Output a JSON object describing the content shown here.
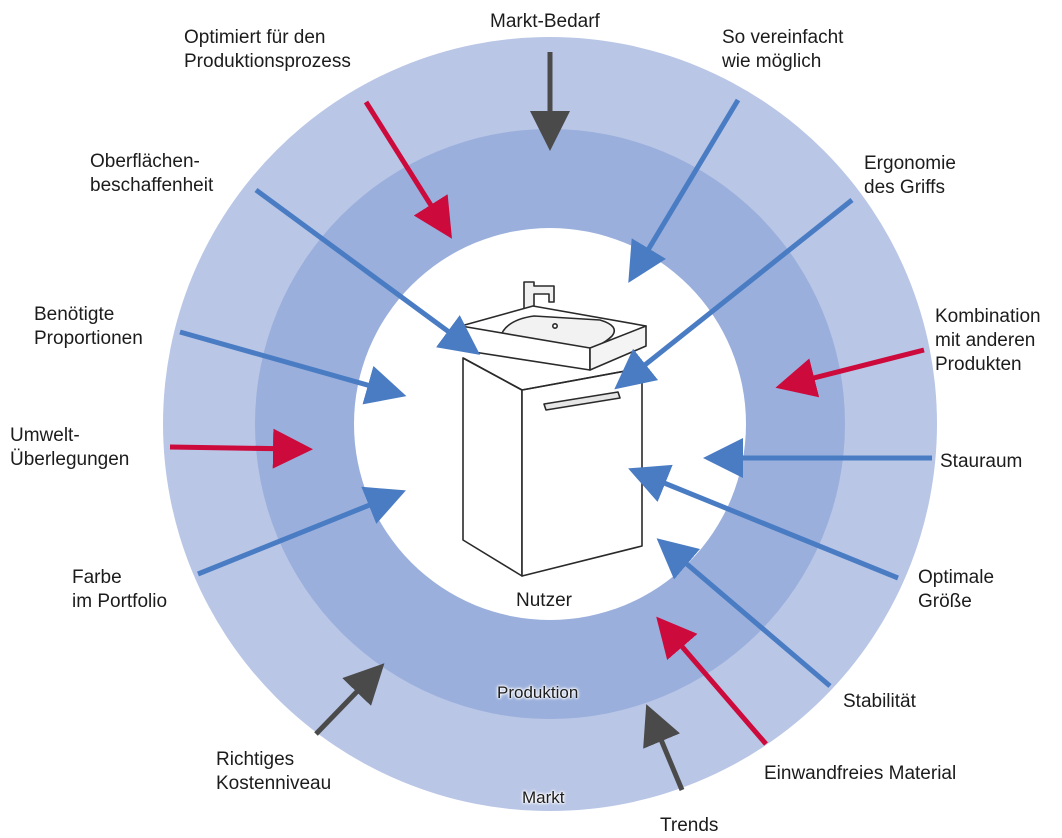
{
  "colors": {
    "outer_ring": "#b9c6e6",
    "inner_ring": "#9aafdc",
    "center": "#ffffff",
    "arrow_blue": "#4a7cc4",
    "arrow_red": "#cc0a3c",
    "arrow_gray": "#4a4a4a"
  },
  "rings": {
    "center": "Nutzer",
    "inner": "Produktion",
    "outer": "Markt"
  },
  "factors": [
    {
      "id": "markt-bedarf",
      "lines": [
        "Markt-Bedarf"
      ],
      "color": "gray",
      "icon": "arrow-icon"
    },
    {
      "id": "optimiert",
      "lines": [
        "Optimiert für den",
        "Produktionsprozess"
      ],
      "color": "red",
      "icon": "arrow-icon"
    },
    {
      "id": "vereinfacht",
      "lines": [
        "So vereinfacht",
        "wie möglich"
      ],
      "color": "blue",
      "icon": "arrow-icon"
    },
    {
      "id": "oberflaechen",
      "lines": [
        "Oberflächen-",
        "beschaffenheit"
      ],
      "color": "blue",
      "icon": "arrow-icon"
    },
    {
      "id": "ergonomie",
      "lines": [
        "Ergonomie",
        "des Griffs"
      ],
      "color": "blue",
      "icon": "arrow-icon"
    },
    {
      "id": "proportionen",
      "lines": [
        "Benötigte",
        "Proportionen"
      ],
      "color": "blue",
      "icon": "arrow-icon"
    },
    {
      "id": "kombination",
      "lines": [
        "Kombination",
        "mit anderen",
        "Produkten"
      ],
      "color": "red",
      "icon": "arrow-icon"
    },
    {
      "id": "umwelt",
      "lines": [
        "Umwelt-",
        "Überlegungen"
      ],
      "color": "red",
      "icon": "arrow-icon"
    },
    {
      "id": "stauraum",
      "lines": [
        "Stauraum"
      ],
      "color": "blue",
      "icon": "arrow-icon"
    },
    {
      "id": "farbe",
      "lines": [
        "Farbe",
        "im Portfolio"
      ],
      "color": "blue",
      "icon": "arrow-icon"
    },
    {
      "id": "groesse",
      "lines": [
        "Optimale",
        "Größe"
      ],
      "color": "blue",
      "icon": "arrow-icon"
    },
    {
      "id": "stabilitaet",
      "lines": [
        "Stabilität"
      ],
      "color": "blue",
      "icon": "arrow-icon"
    },
    {
      "id": "kosten",
      "lines": [
        "Richtiges",
        "Kostenniveau"
      ],
      "color": "gray",
      "icon": "arrow-icon"
    },
    {
      "id": "material",
      "lines": [
        "Einwandfreies Material"
      ],
      "color": "red",
      "icon": "arrow-icon"
    },
    {
      "id": "trends",
      "lines": [
        "Trends"
      ],
      "color": "gray",
      "icon": "arrow-icon"
    }
  ],
  "product": {
    "icon": "washbasin-cabinet-icon"
  }
}
